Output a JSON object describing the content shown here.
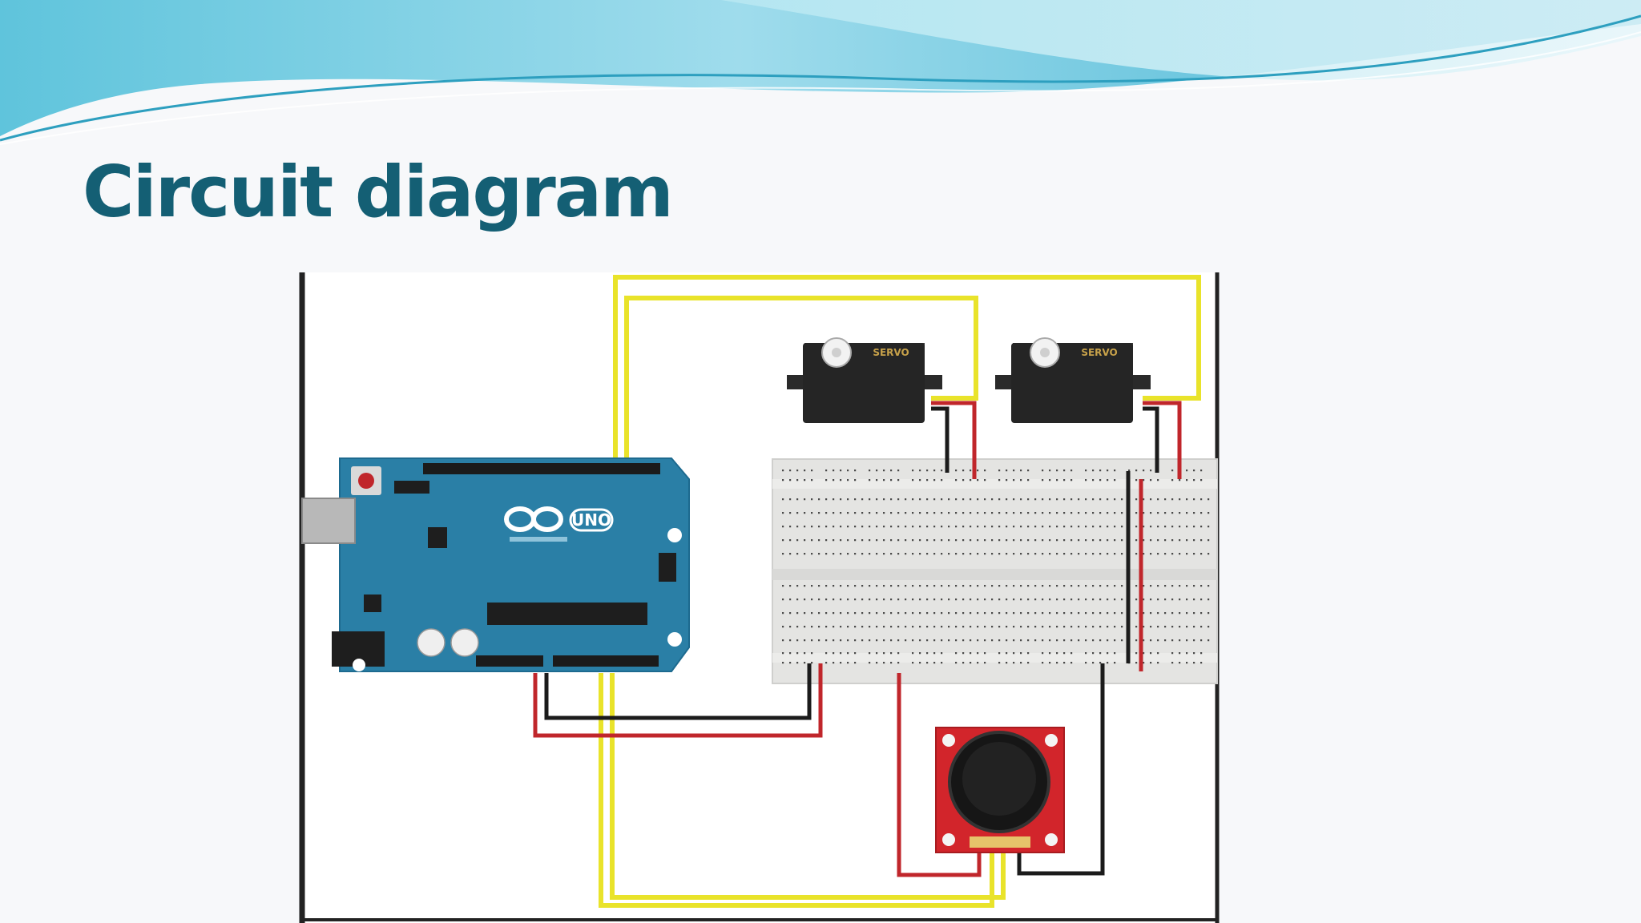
{
  "slide": {
    "title": "Circuit diagram"
  },
  "colors": {
    "title": "#145f74",
    "wave_light": "#9fdcec",
    "wave_dark": "#3fb2d2",
    "arduino_board": "#2a7fa6",
    "wire_signal": "#e9e32a",
    "wire_power": "#c0262b",
    "wire_ground": "#1b1b1b",
    "joystick_board": "#d2252b",
    "breadboard": "#e6e6e4"
  },
  "diagram": {
    "components": {
      "arduino": {
        "logo_text": "UNO"
      },
      "servo_left": {
        "label": "SERVO"
      },
      "servo_right": {
        "label": "SERVO"
      },
      "breadboard": {},
      "joystick": {}
    }
  }
}
